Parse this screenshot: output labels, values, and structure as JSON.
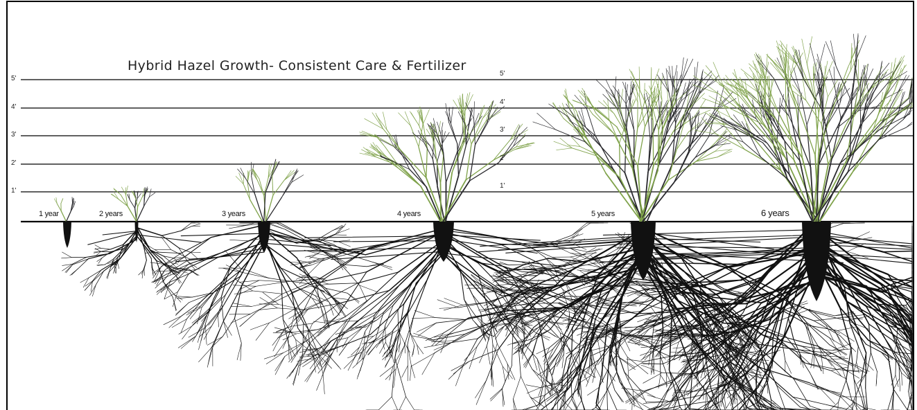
{
  "title": "Hybrid Hazel Growth- Consistent Care & Fertilizer",
  "height_scale_left": [
    "5'",
    "4'",
    "3'",
    "2'",
    "1'"
  ],
  "height_scale_mid": [
    "5'",
    "4'",
    "3'",
    "2'",
    "1'"
  ],
  "stages": [
    {
      "label": "1 year",
      "years": 1
    },
    {
      "label": "2 years",
      "years": 2
    },
    {
      "label": "3 years",
      "years": 3
    },
    {
      "label": "4 years",
      "years": 4
    },
    {
      "label": "5 years",
      "years": 5
    },
    {
      "label": "6 years",
      "years": 6
    }
  ],
  "colors": {
    "new_growth": "#7fa24a",
    "old_wood": "#2a2a2e",
    "roots": "#111111",
    "frame": "#000000"
  }
}
